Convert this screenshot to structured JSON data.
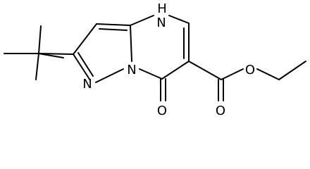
{
  "colors": {
    "background": "#ffffff",
    "bond": "#000000",
    "label": "#000000"
  },
  "atoms": {
    "nh_h": "H",
    "nh_n": "N",
    "n_pyrazole_left": "N",
    "n_bridge": "N",
    "o_ketone": "O",
    "o_ester_carbonyl": "O",
    "o_ester_ether": "O"
  }
}
